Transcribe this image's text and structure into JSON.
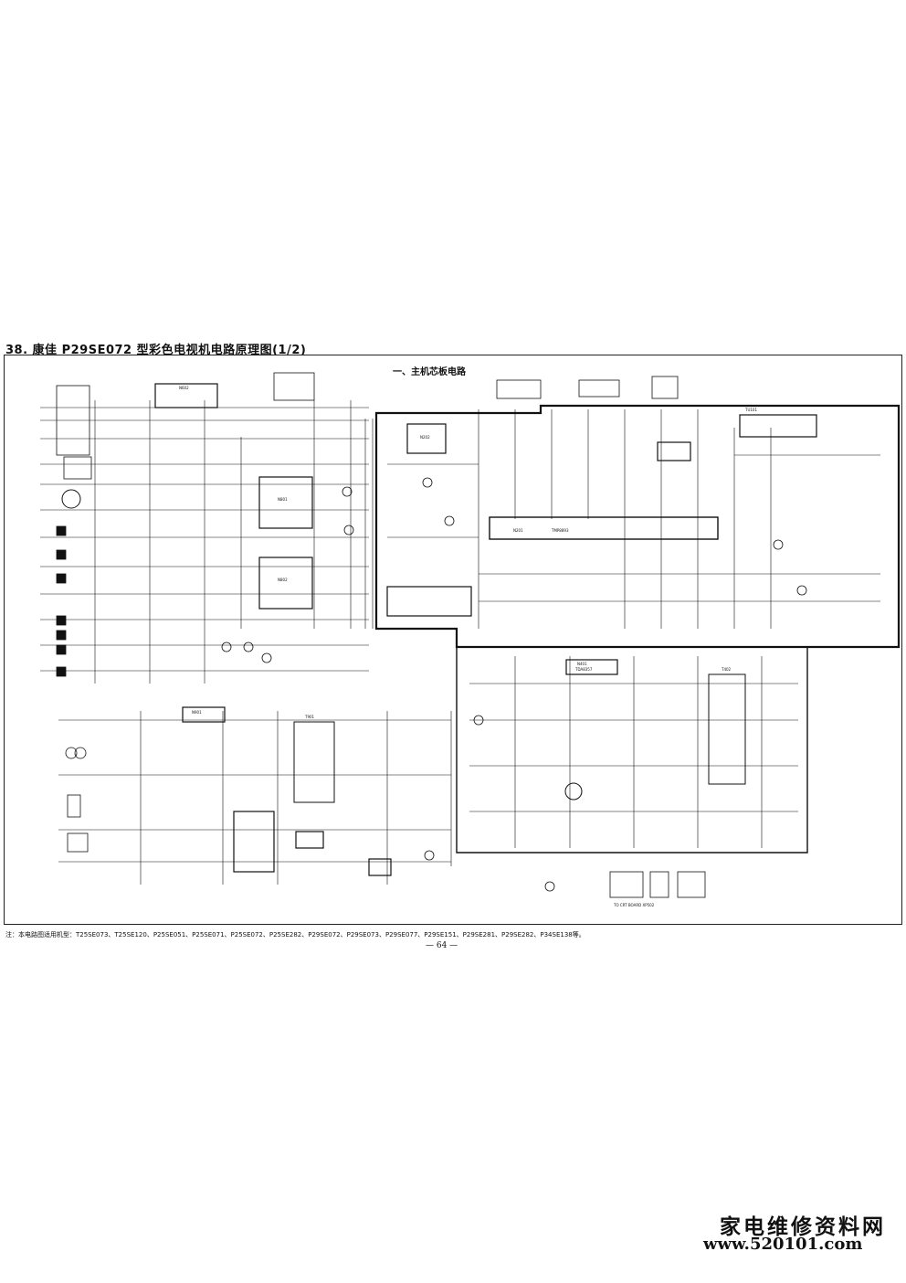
{
  "header": {
    "title": "38. 康佳 P29SE072 型彩色电视机电路原理图(1/2)"
  },
  "diagram": {
    "section_title": "一、主机芯板电路",
    "chips": [
      {
        "id": "main-cpu",
        "label": "N201"
      },
      {
        "id": "main-cpu-type",
        "label": "TMP8893"
      },
      {
        "id": "vertical-ic",
        "label": "N401"
      },
      {
        "id": "vertical-ic-type",
        "label": "TDA8357"
      },
      {
        "id": "av-switch-1",
        "label": "N801"
      },
      {
        "id": "av-switch-2",
        "label": "N802"
      },
      {
        "id": "audio-ic",
        "label": "N602"
      },
      {
        "id": "memory-ic",
        "label": "N202"
      },
      {
        "id": "power-ic",
        "label": "N901"
      },
      {
        "id": "flyback",
        "label": "T402"
      },
      {
        "id": "power-transformer",
        "label": "T901"
      },
      {
        "id": "tuner",
        "label": "TU101"
      }
    ],
    "connector_label": "TO CRT BOARD XP502"
  },
  "footer": {
    "note": "注：本电路图适用机型：T25SE073、T25SE120、P25SE051、P25SE071、P25SE072、P25SE282、P29SE072、P29SE073、P29SE077、P29SE151、P29SE281、P29SE282、P34SE138等。",
    "page_number": "— 64 —"
  },
  "watermark": {
    "name": "家电维修资料网",
    "url": "www.520101.com"
  }
}
